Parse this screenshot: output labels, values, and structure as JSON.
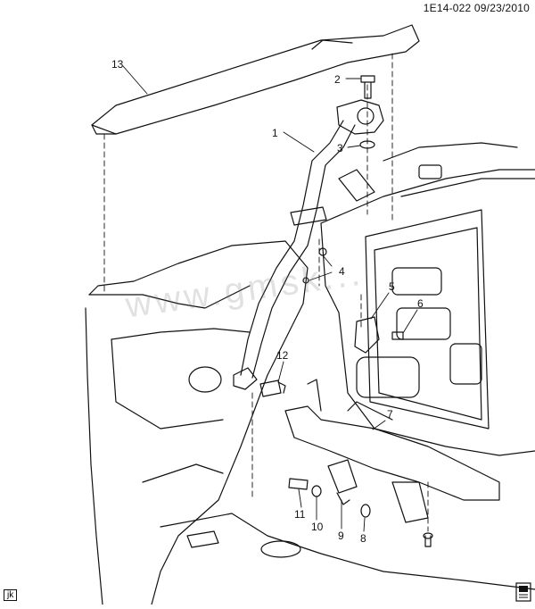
{
  "header": {
    "ref": "1E14-022  09/23/2010"
  },
  "watermark": "www.gmsk...",
  "corner_tag": "jk",
  "callouts": [
    {
      "id": "c13",
      "label": "13"
    },
    {
      "id": "c2",
      "label": "2"
    },
    {
      "id": "c1",
      "label": "1"
    },
    {
      "id": "c3",
      "label": "3"
    },
    {
      "id": "c4",
      "label": "4"
    },
    {
      "id": "c5",
      "label": "5"
    },
    {
      "id": "c6",
      "label": "6"
    },
    {
      "id": "c12",
      "label": "12"
    },
    {
      "id": "c7",
      "label": "7"
    },
    {
      "id": "c11",
      "label": "11"
    },
    {
      "id": "c10",
      "label": "10"
    },
    {
      "id": "c9",
      "label": "9"
    },
    {
      "id": "c8",
      "label": "8"
    }
  ]
}
